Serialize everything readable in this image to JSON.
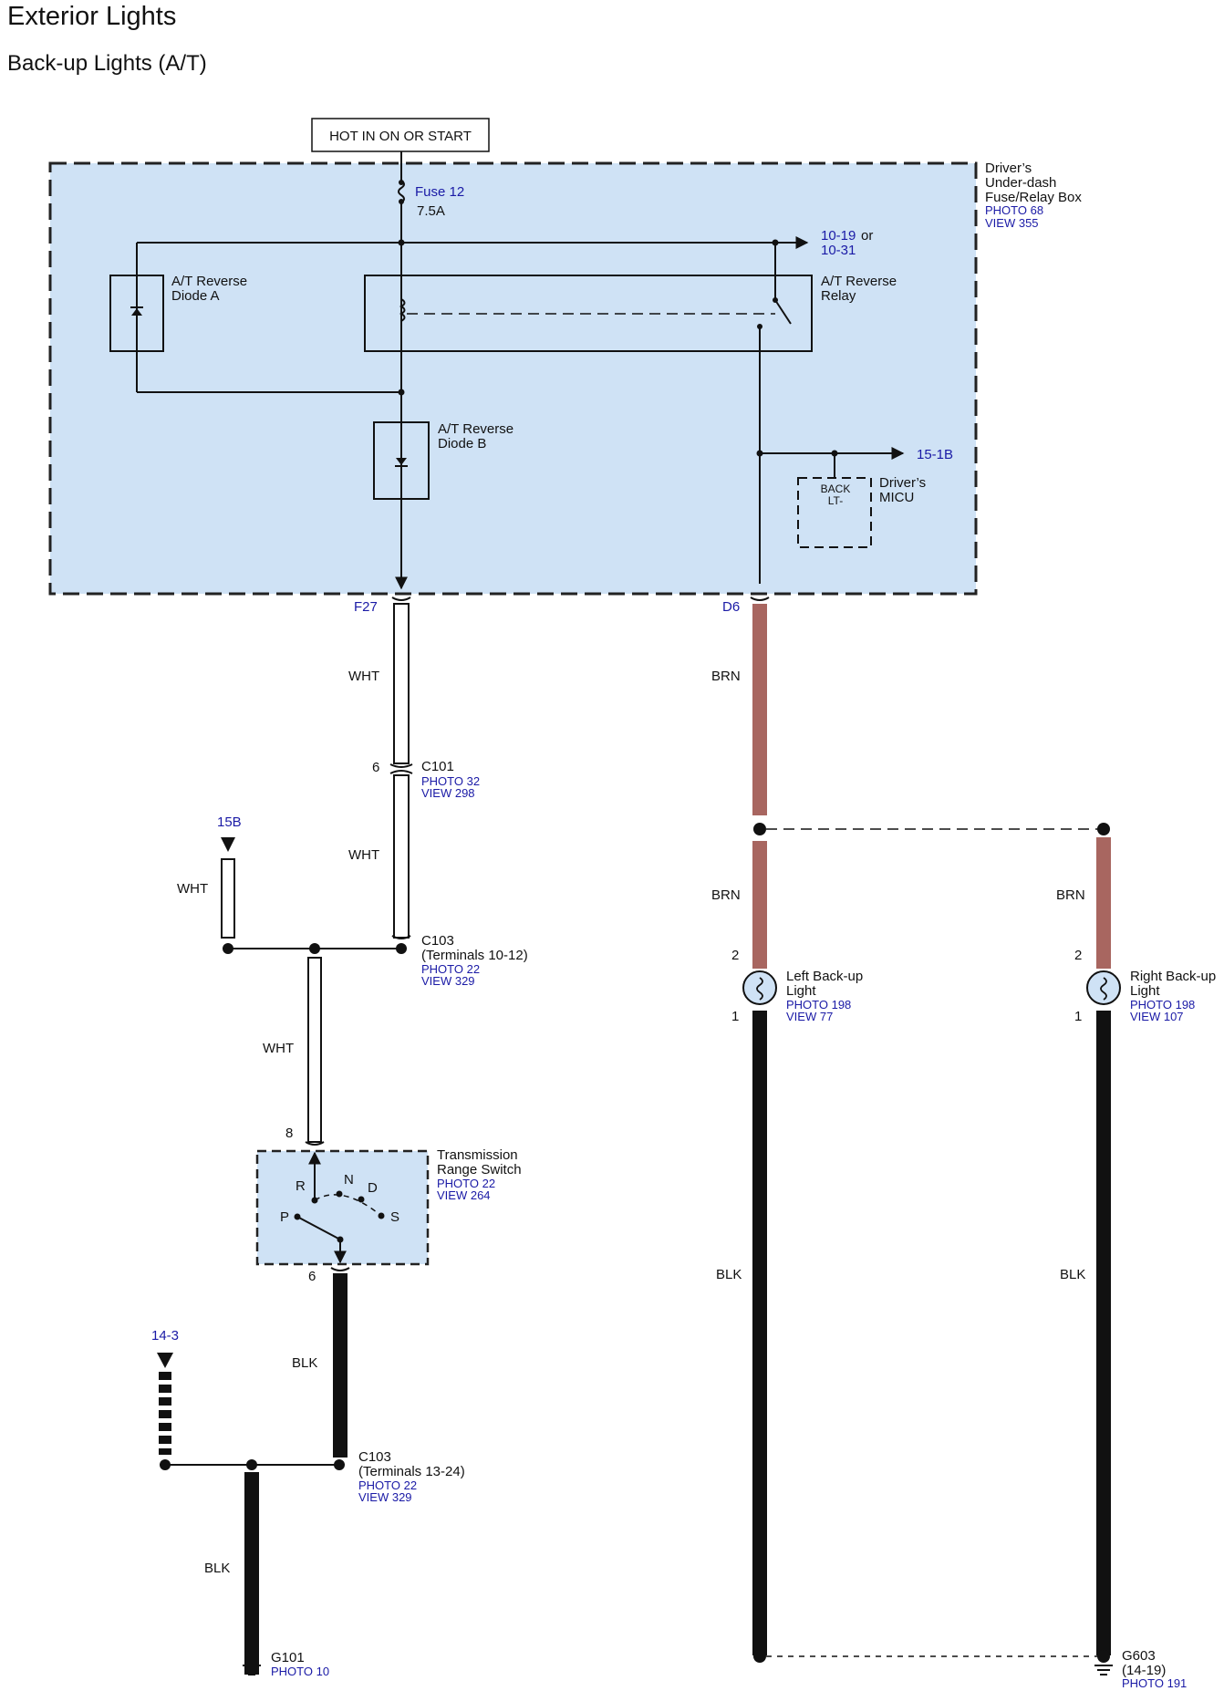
{
  "title": "Exterior Lights",
  "subtitle": "Back-up Lights (A/T)",
  "power": "HOT IN ON OR START",
  "fusebox": {
    "name1": "Driver’s",
    "name2": "Under-dash",
    "name3": "Fuse/Relay Box",
    "photo": "PHOTO 68",
    "view": "VIEW 355"
  },
  "fuse": {
    "name": "Fuse 12",
    "rating": "7.5A"
  },
  "ref_relay_out": {
    "a": "10-19",
    "or": "or",
    "b": "10-31"
  },
  "diode_a": {
    "l1": "A/T Reverse",
    "l2": "Diode A"
  },
  "relay": {
    "l1": "A/T Reverse",
    "l2": "Relay"
  },
  "diode_b": {
    "l1": "A/T Reverse",
    "l2": "Diode B"
  },
  "ref_micu": "15-1B",
  "micu": {
    "pin1": "BACK",
    "pin2": "LT-",
    "name1": "Driver’s",
    "name2": "MICU"
  },
  "terminals": {
    "f27": "F27",
    "d6": "D6"
  },
  "wires": {
    "wht": "WHT",
    "brn": "BRN",
    "blk": "BLK"
  },
  "c101": {
    "pin": "6",
    "name": "C101",
    "photo": "PHOTO 32",
    "view": "VIEW 298"
  },
  "ref_15b": "15B",
  "c103a": {
    "name": "C103",
    "terminals": "(Terminals 10-12)",
    "photo": "PHOTO 22",
    "view": "VIEW 329"
  },
  "trs": {
    "pin_in": "8",
    "pin_out": "6",
    "l1": "Transmission",
    "l2": "Range Switch",
    "photo": "PHOTO 22",
    "view": "VIEW 264",
    "positions": {
      "r": "R",
      "n": "N",
      "d": "D",
      "p": "P",
      "s": "S"
    }
  },
  "ref_14_3": "14-3",
  "c103b": {
    "name": "C103",
    "terminals": "(Terminals 13-24)",
    "photo": "PHOTO 22",
    "view": "VIEW 329"
  },
  "g101": {
    "name": "G101",
    "photo": "PHOTO 10"
  },
  "left_light": {
    "pin_top": "2",
    "pin_bot": "1",
    "l1": "Left Back-up",
    "l2": "Light",
    "photo": "PHOTO 198",
    "view": "VIEW 77"
  },
  "right_light": {
    "pin_top": "2",
    "pin_bot": "1",
    "l1": "Right Back-up",
    "l2": "Light",
    "photo": "PHOTO 198",
    "view": "VIEW 107"
  },
  "g603": {
    "name": "G603",
    "ref": "(14-19)",
    "photo": "PHOTO 191"
  },
  "colors": {
    "box_fill": "#cfe2f5",
    "brn_wire": "#a86660",
    "ref_text": "#1a1aa6"
  }
}
